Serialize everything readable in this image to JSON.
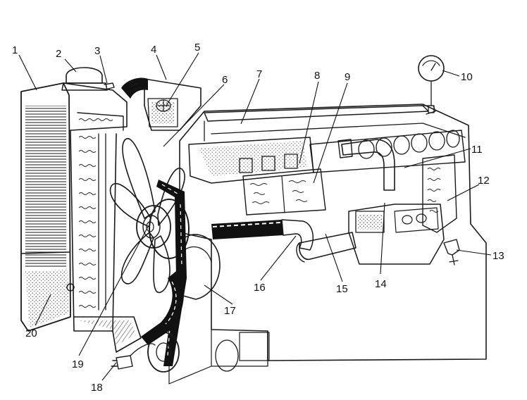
{
  "diagram": {
    "callouts": [
      {
        "number": "1"
      },
      {
        "number": "2"
      },
      {
        "number": "3"
      },
      {
        "number": "4"
      },
      {
        "number": "5"
      },
      {
        "number": "6"
      },
      {
        "number": "7"
      },
      {
        "number": "8"
      },
      {
        "number": "9"
      },
      {
        "number": "10"
      },
      {
        "number": "11"
      },
      {
        "number": "12"
      },
      {
        "number": "13"
      },
      {
        "number": "14"
      },
      {
        "number": "15"
      },
      {
        "number": "16"
      },
      {
        "number": "17"
      },
      {
        "number": "18"
      },
      {
        "number": "19"
      },
      {
        "number": "20"
      }
    ],
    "colors": {
      "ink": "#1a1a1a",
      "paper": "#ffffff",
      "shade": "#cfcfcf"
    }
  }
}
